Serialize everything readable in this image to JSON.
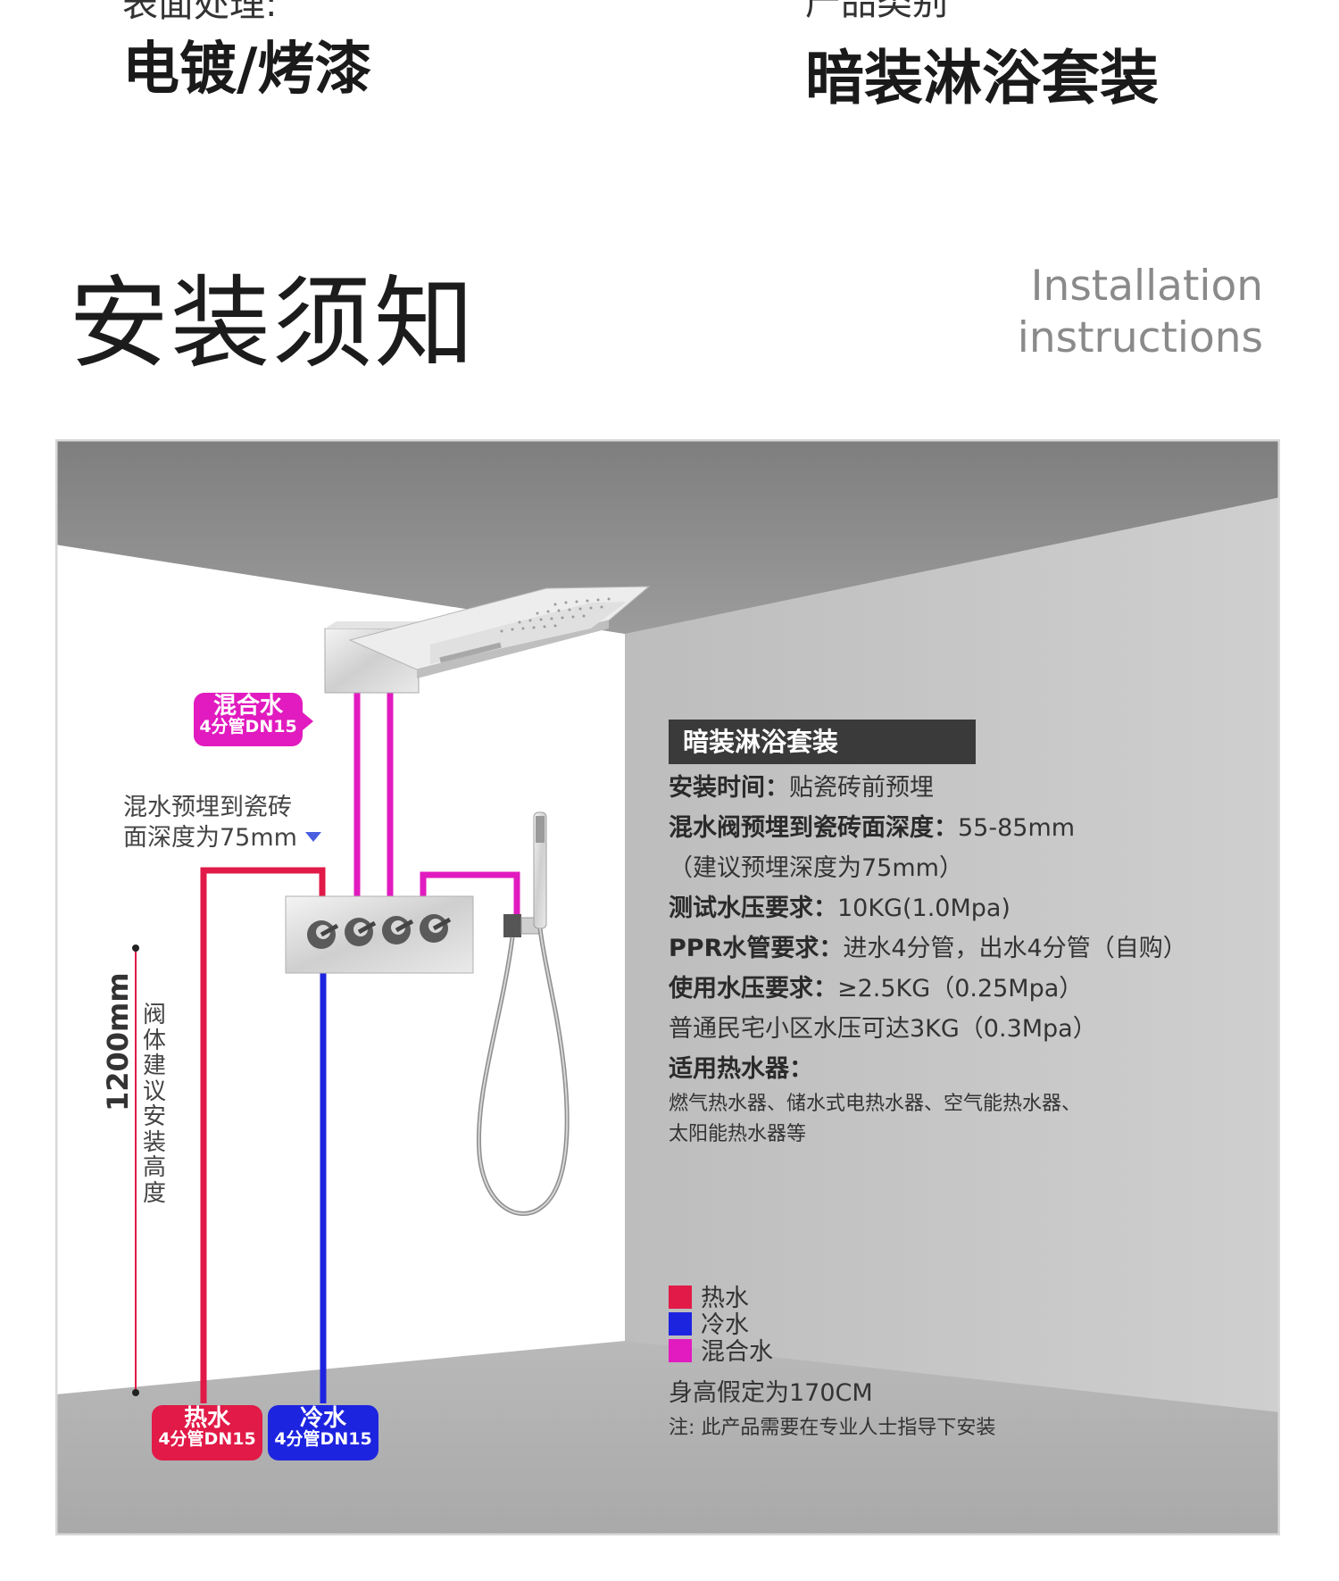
{
  "header": {
    "left_prev_label": "表面处理:",
    "left_value": "电镀/烤漆",
    "right_prev_label": "产品类别",
    "right_value": "暗装淋浴套装"
  },
  "section": {
    "title_cn": "安装须知",
    "title_en": "Installation instructions"
  },
  "diagram": {
    "mix_label": {
      "line1": "混合水",
      "line2": "4分管DN15"
    },
    "hot_label": {
      "line1": "热水",
      "line2": "4分管DN15"
    },
    "cold_label": {
      "line1": "冷水",
      "line2": "4分管DN15"
    },
    "embed_note_line1": "混水预埋到瓷砖",
    "embed_note_line2": "面深度为75mm",
    "height_value": "1200mm",
    "height_caption": "阀体建议安装高度"
  },
  "specs": {
    "title": "暗装淋浴套装",
    "rows": [
      {
        "label": "安装时间：",
        "value": "贴瓷砖前预埋"
      },
      {
        "label": "混水阀预埋到瓷砖面深度：",
        "value": "55-85mm"
      },
      {
        "label": "",
        "value": "（建议预埋深度为75mm）"
      },
      {
        "label": "测试水压要求：",
        "value": "10KG(1.0Mpa)"
      },
      {
        "label": "PPR水管要求：",
        "value": "进水4分管，出水4分管（自购）"
      },
      {
        "label": "使用水压要求：",
        "value": "≥2.5KG（0.25Mpa）"
      },
      {
        "label": "",
        "value": "普通民宅小区水压可达3KG（0.3Mpa）"
      },
      {
        "label": "适用热水器：",
        "value": ""
      }
    ],
    "heater_line1": "燃气热水器、储水式电热水器、空气能热水器、",
    "heater_line2": "太阳能热水器等"
  },
  "legend": {
    "items": [
      {
        "label": "热水",
        "color": "#e11a47"
      },
      {
        "label": "冷水",
        "color": "#1d24e0"
      },
      {
        "label": "混合水",
        "color": "#e11bbf"
      }
    ]
  },
  "footer": {
    "assume": "身高假定为170CM",
    "note": "注: 此产品需要在专业人士指导下安装"
  },
  "colors": {
    "hot": "#e11a47",
    "cold": "#1d24e0",
    "mix": "#e11bbf"
  }
}
